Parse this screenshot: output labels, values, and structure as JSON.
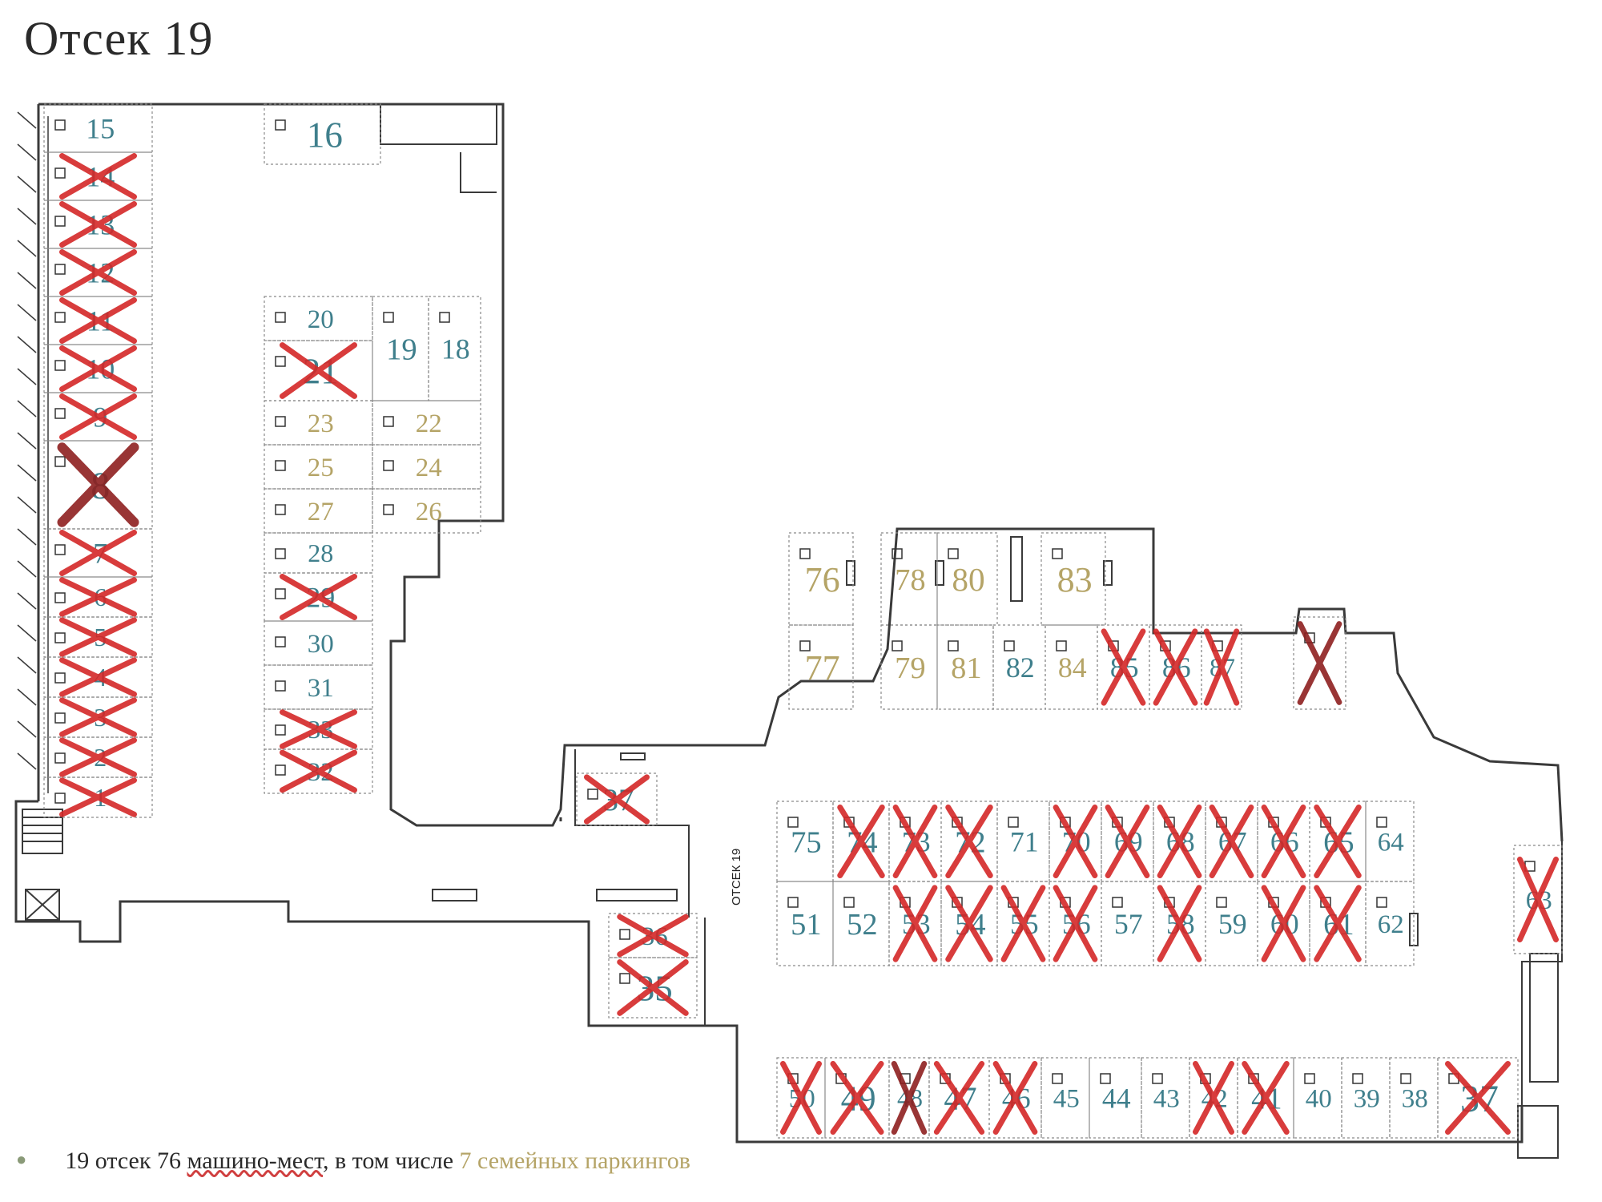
{
  "title": "Отсек 19",
  "compartment_label": "ОТСЕК 19",
  "colors": {
    "regular": "#3f7f8c",
    "family": "#b5a467",
    "taken_mark": "#d42828",
    "taken_mark_dark": "#8e2020",
    "wall": "#3a3a3a",
    "dashed": "#8a8a8a"
  },
  "footer": {
    "part1": "19 отсек 76 ",
    "part2": "машино-мест",
    "part3": ", в том числе ",
    "part4": "7 семейных паркингов"
  },
  "spots": [
    {
      "label": "15",
      "type": "regular",
      "taken": false
    },
    {
      "label": "14",
      "type": "regular",
      "taken": true
    },
    {
      "label": "13",
      "type": "regular",
      "taken": true
    },
    {
      "label": "12",
      "type": "regular",
      "taken": true
    },
    {
      "label": "11",
      "type": "regular",
      "taken": true
    },
    {
      "label": "10",
      "type": "regular",
      "taken": true
    },
    {
      "label": "9",
      "type": "regular",
      "taken": true
    },
    {
      "label": "8",
      "type": "regular",
      "taken": true
    },
    {
      "label": "7",
      "type": "regular",
      "taken": true
    },
    {
      "label": "6",
      "type": "regular",
      "taken": true
    },
    {
      "label": "5",
      "type": "regular",
      "taken": true
    },
    {
      "label": "4",
      "type": "regular",
      "taken": true
    },
    {
      "label": "3",
      "type": "regular",
      "taken": true
    },
    {
      "label": "2",
      "type": "regular",
      "taken": true
    },
    {
      "label": "1",
      "type": "regular",
      "taken": true
    },
    {
      "label": "16",
      "type": "regular",
      "taken": false
    },
    {
      "label": "20",
      "type": "regular",
      "taken": false
    },
    {
      "label": "21",
      "type": "regular",
      "taken": true
    },
    {
      "label": "19",
      "type": "regular",
      "taken": false
    },
    {
      "label": "18",
      "type": "regular",
      "taken": false
    },
    {
      "label": "23",
      "type": "family",
      "taken": false
    },
    {
      "label": "22",
      "type": "family",
      "taken": false
    },
    {
      "label": "25",
      "type": "family",
      "taken": false
    },
    {
      "label": "24",
      "type": "family",
      "taken": false
    },
    {
      "label": "27",
      "type": "family",
      "taken": false
    },
    {
      "label": "26",
      "type": "family",
      "taken": false
    },
    {
      "label": "28",
      "type": "regular",
      "taken": false
    },
    {
      "label": "29",
      "type": "regular",
      "taken": true
    },
    {
      "label": "30",
      "type": "regular",
      "taken": false
    },
    {
      "label": "31",
      "type": "regular",
      "taken": false
    },
    {
      "label": "33",
      "type": "regular",
      "taken": true
    },
    {
      "label": "32",
      "type": "regular",
      "taken": true
    },
    {
      "label": "76",
      "type": "family",
      "taken": false
    },
    {
      "label": "78",
      "type": "family",
      "taken": false
    },
    {
      "label": "80",
      "type": "family",
      "taken": false
    },
    {
      "label": "83",
      "type": "family",
      "taken": false
    },
    {
      "label": "77",
      "type": "family",
      "taken": false
    },
    {
      "label": "79",
      "type": "family",
      "taken": false
    },
    {
      "label": "81",
      "type": "family",
      "taken": false
    },
    {
      "label": "82",
      "type": "regular",
      "taken": false
    },
    {
      "label": "84",
      "type": "family",
      "taken": false
    },
    {
      "label": "85",
      "type": "regular",
      "taken": true
    },
    {
      "label": "86",
      "type": "regular",
      "taken": true
    },
    {
      "label": "87",
      "type": "regular",
      "taken": true
    },
    {
      "label": "",
      "type": "regular",
      "taken": true
    },
    {
      "label": "37",
      "type": "regular",
      "taken": true
    },
    {
      "label": "75",
      "type": "regular",
      "taken": false
    },
    {
      "label": "74",
      "type": "regular",
      "taken": true
    },
    {
      "label": "73",
      "type": "regular",
      "taken": true
    },
    {
      "label": "72",
      "type": "regular",
      "taken": true
    },
    {
      "label": "71",
      "type": "regular",
      "taken": false
    },
    {
      "label": "70",
      "type": "regular",
      "taken": true
    },
    {
      "label": "69",
      "type": "regular",
      "taken": true
    },
    {
      "label": "68",
      "type": "regular",
      "taken": true
    },
    {
      "label": "67",
      "type": "regular",
      "taken": true
    },
    {
      "label": "66",
      "type": "regular",
      "taken": true
    },
    {
      "label": "65",
      "type": "regular",
      "taken": true
    },
    {
      "label": "64",
      "type": "regular",
      "taken": false
    },
    {
      "label": "51",
      "type": "regular",
      "taken": false
    },
    {
      "label": "52",
      "type": "regular",
      "taken": false
    },
    {
      "label": "53",
      "type": "regular",
      "taken": true
    },
    {
      "label": "54",
      "type": "regular",
      "taken": true
    },
    {
      "label": "55",
      "type": "regular",
      "taken": true
    },
    {
      "label": "56",
      "type": "regular",
      "taken": true
    },
    {
      "label": "57",
      "type": "regular",
      "taken": false
    },
    {
      "label": "58",
      "type": "regular",
      "taken": true
    },
    {
      "label": "59",
      "type": "regular",
      "taken": false
    },
    {
      "label": "60",
      "type": "regular",
      "taken": true
    },
    {
      "label": "61",
      "type": "regular",
      "taken": true
    },
    {
      "label": "62",
      "type": "regular",
      "taken": false
    },
    {
      "label": "63",
      "type": "regular",
      "taken": true
    },
    {
      "label": "36",
      "type": "regular",
      "taken": true
    },
    {
      "label": "35",
      "type": "regular",
      "taken": true
    },
    {
      "label": "50",
      "type": "regular",
      "taken": true
    },
    {
      "label": "49",
      "type": "regular",
      "taken": true
    },
    {
      "label": "48",
      "type": "regular",
      "taken": true
    },
    {
      "label": "47",
      "type": "regular",
      "taken": true
    },
    {
      "label": "46",
      "type": "regular",
      "taken": true
    },
    {
      "label": "45",
      "type": "regular",
      "taken": false
    },
    {
      "label": "44",
      "type": "regular",
      "taken": false
    },
    {
      "label": "43",
      "type": "regular",
      "taken": false
    },
    {
      "label": "42",
      "type": "regular",
      "taken": true
    },
    {
      "label": "41",
      "type": "regular",
      "taken": true
    },
    {
      "label": "40",
      "type": "regular",
      "taken": false
    },
    {
      "label": "39",
      "type": "regular",
      "taken": false
    },
    {
      "label": "38",
      "type": "regular",
      "taken": false
    },
    {
      "label": "37",
      "type": "regular",
      "taken": true
    }
  ]
}
